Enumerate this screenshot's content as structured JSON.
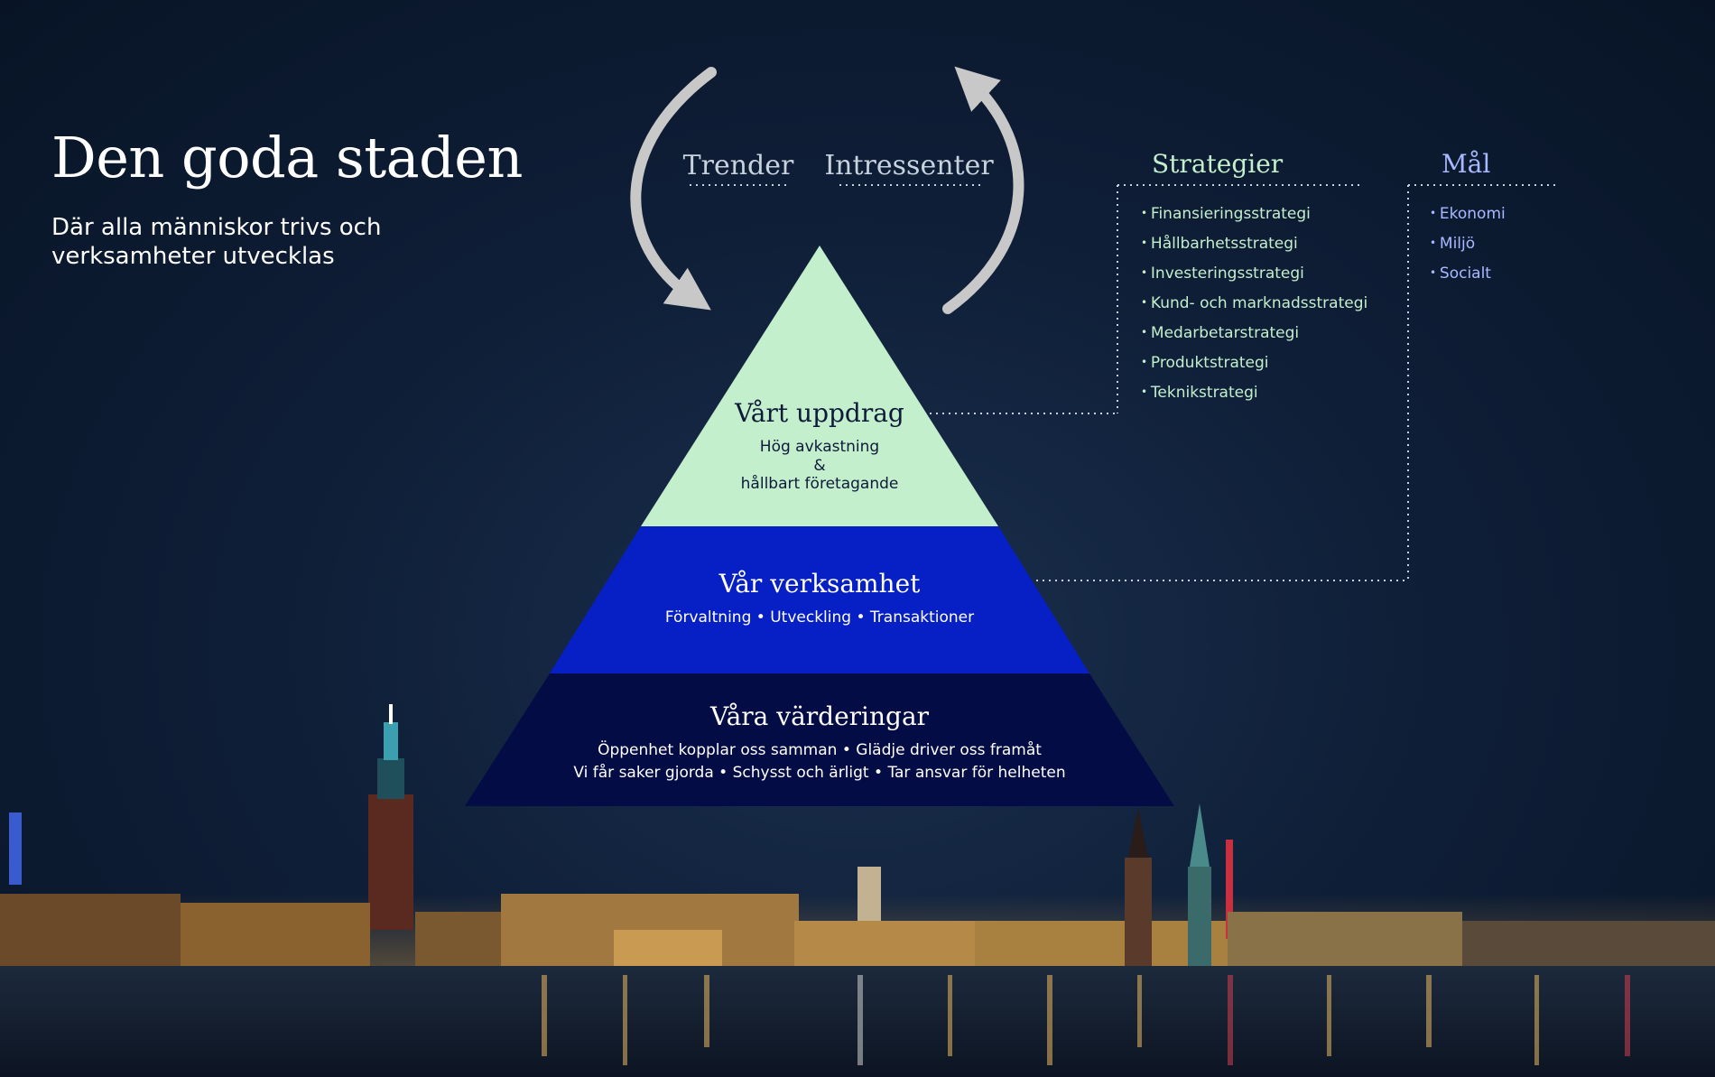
{
  "header": {
    "title": "Den goda staden",
    "subtitle": "Där alla människor trivs och verksamheter utvecklas"
  },
  "cycle": {
    "left_label": "Trender",
    "right_label": "Intressenter"
  },
  "pyramid": {
    "top": {
      "title": "Vårt uppdrag",
      "line1": "Hög avkastning",
      "line2": "&",
      "line3": "hållbart företagande"
    },
    "middle": {
      "title": "Vår verksamhet",
      "item1": "Förvaltning",
      "item2": "Utveckling",
      "item3": "Transaktioner"
    },
    "bottom": {
      "title": "Våra värderingar",
      "row1_a": "Öppenhet kopplar oss samman",
      "row1_b": "Glädje driver oss framåt",
      "row2_a": "Vi får saker gjorda",
      "row2_b": "Schysst och ärligt",
      "row2_c": "Tar ansvar för helheten"
    }
  },
  "strategies": {
    "heading": "Strategier",
    "items": [
      "Finansieringsstrategi",
      "Hållbarhetsstrategi",
      "Investeringsstrategi",
      "Kund- och marknadsstrategi",
      "Medarbetarstrategi",
      "Produktstrategi",
      "Teknikstrategi"
    ]
  },
  "goals": {
    "heading": "Mål",
    "items": [
      "Ekonomi",
      "Miljö",
      "Socialt"
    ]
  },
  "colors": {
    "tier_top": "#c4efcd",
    "tier_middle": "#0620c6",
    "tier_bottom": "#040c45",
    "strategies_text": "#c4efcd",
    "goals_text": "#a8b9ff",
    "arrow": "#c8c8c8"
  }
}
